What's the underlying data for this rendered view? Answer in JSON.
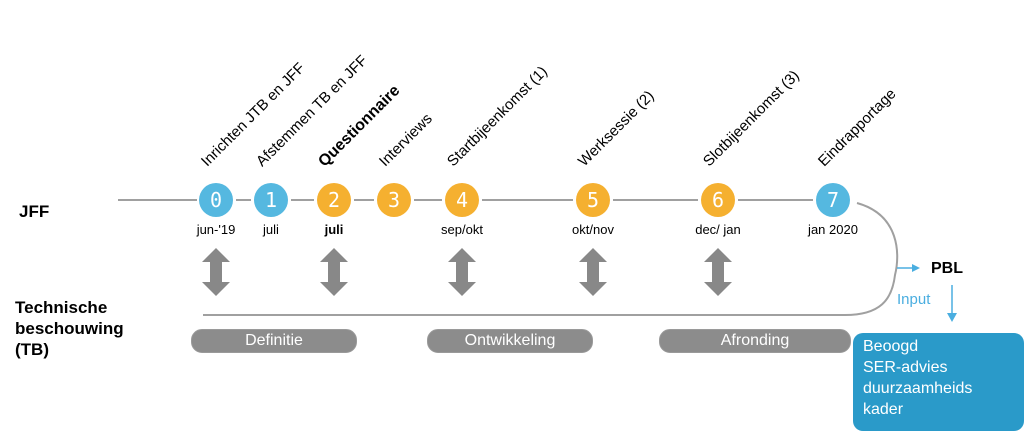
{
  "lanes": {
    "top": "JFF",
    "bottom_line1": "Technische",
    "bottom_line2": "beschouwing",
    "bottom_line3": "(TB)"
  },
  "colors": {
    "blue": "#55b8e0",
    "orange": "#f5b030",
    "gray_line": "#a0a0a0",
    "gray_arrow": "#888888",
    "phase_gray": "#8c8c8c",
    "accent_blue": "#4aaee0",
    "box_blue": "#2a9ac9"
  },
  "steps": [
    {
      "number": "0",
      "label": "Inrichten JTB en JFF",
      "date": "jun-'19",
      "color": "blue",
      "bold": false,
      "sync_arrow": true
    },
    {
      "number": "1",
      "label": "Afstemmen TB en JFF",
      "date": "juli",
      "color": "blue",
      "bold": false,
      "sync_arrow": false
    },
    {
      "number": "2",
      "label": "Questionnaire",
      "date": "juli",
      "color": "orange",
      "bold": true,
      "sync_arrow": true
    },
    {
      "number": "3",
      "label": "Interviews",
      "date": "",
      "color": "orange",
      "bold": false,
      "sync_arrow": false
    },
    {
      "number": "4",
      "label": "Startbijeenkomst (1)",
      "date": "sep/okt",
      "color": "orange",
      "bold": false,
      "sync_arrow": true
    },
    {
      "number": "5",
      "label": "Werksessie (2)",
      "date": "okt/nov",
      "color": "orange",
      "bold": false,
      "sync_arrow": true
    },
    {
      "number": "6",
      "label": "Slotbijeenkomst (3)",
      "date": "dec/ jan",
      "color": "orange",
      "bold": false,
      "sync_arrow": true
    },
    {
      "number": "7",
      "label": "Eindrapportage",
      "date": "jan 2020",
      "color": "blue",
      "bold": false,
      "sync_arrow": false
    }
  ],
  "phases": [
    "Definitie",
    "Ontwikkeling",
    "Afronding"
  ],
  "output": {
    "pbl": "PBL",
    "input_label": "Input",
    "advice_box": "Beoogd\nSER-advies\nduurzaamheids\nkader"
  }
}
